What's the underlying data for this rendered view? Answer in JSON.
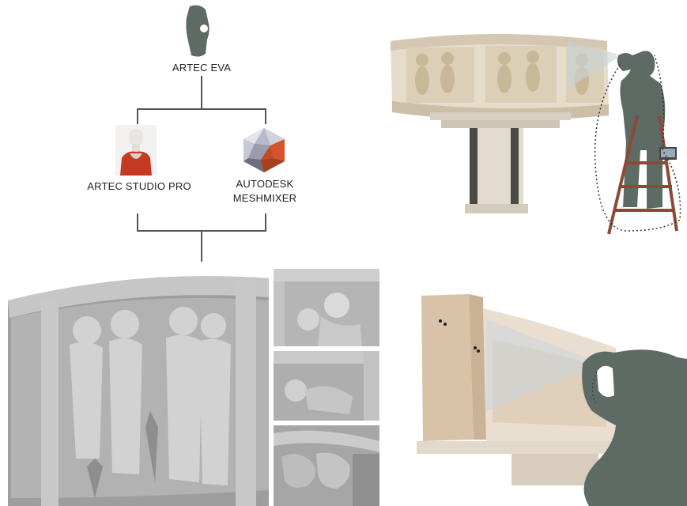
{
  "workflow": {
    "scanner_label": "ARTEC EVA",
    "software_left_label": "ARTEC STUDIO PRO",
    "software_right_label_line1": "AUTODESK",
    "software_right_label_line2": "MESHMIXER"
  },
  "colors": {
    "silhouette": "#5e6b65",
    "mesh_gray": "#a8a8a8",
    "marble": "#e6dccb",
    "ladder": "#8a4a36",
    "connector": "#555555"
  },
  "icons": {
    "scanner": "handheld-scanner-icon",
    "studio": "bust-figure-icon",
    "meshmixer": "icosahedron-icon"
  }
}
